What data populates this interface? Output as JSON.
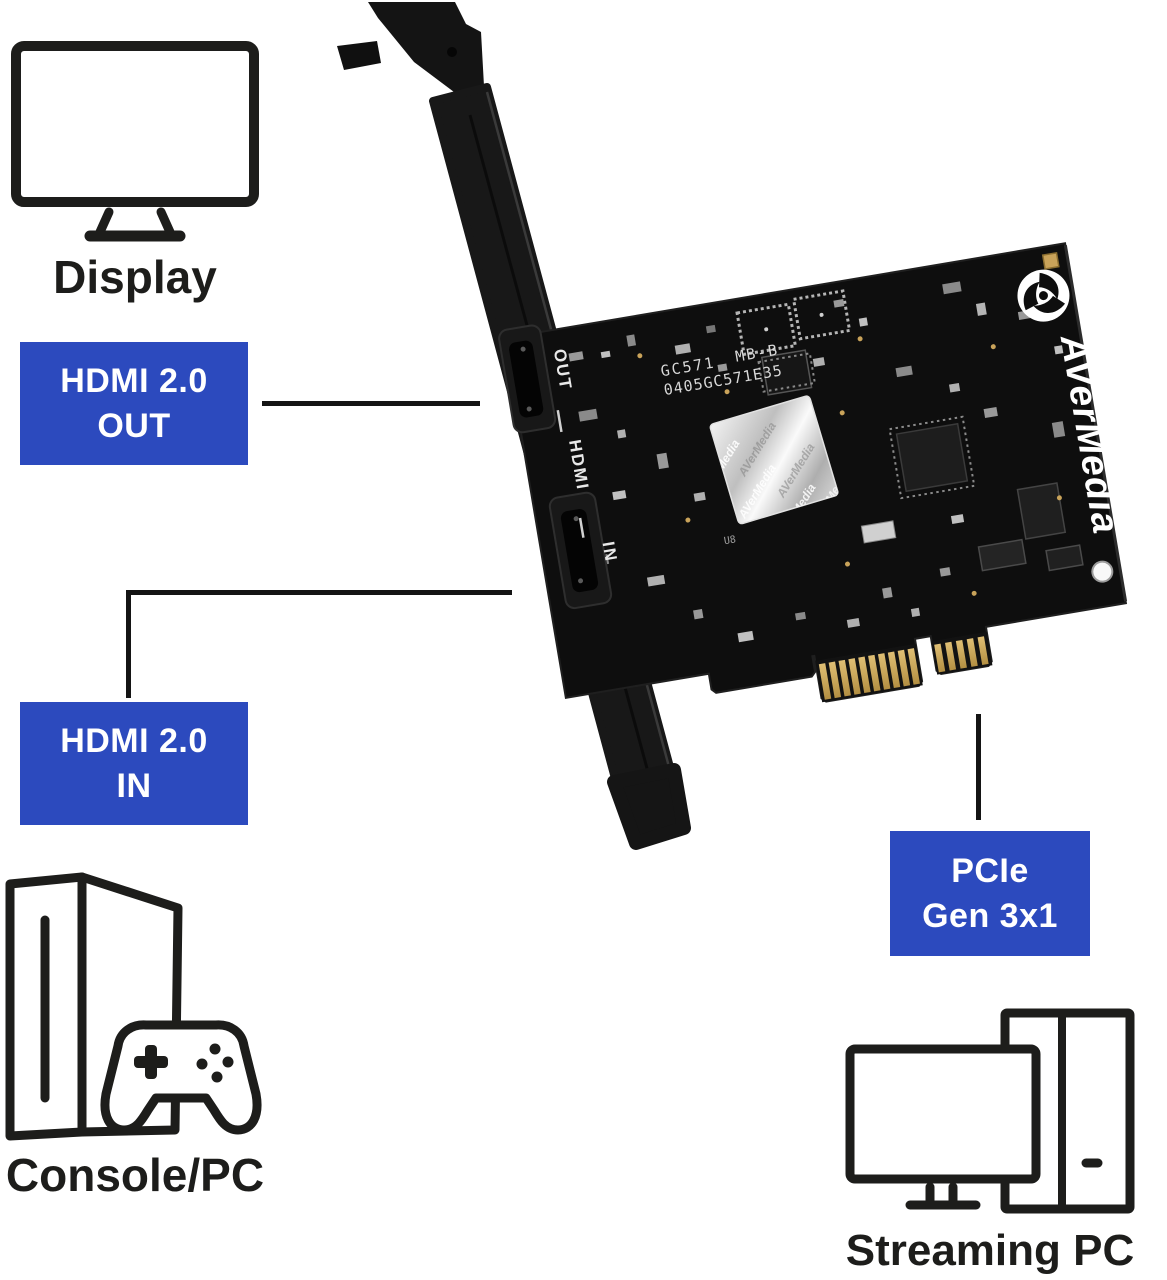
{
  "colors": {
    "accent_blue": "#2C4ABE",
    "ink": "#1D1D1B",
    "pcb_black": "#0E0E0E",
    "gold": "#C8A558"
  },
  "callouts": {
    "display": {
      "label": "Display"
    },
    "hdmi_out": {
      "line1": "HDMI 2.0",
      "line2": "OUT"
    },
    "hdmi_in": {
      "line1": "HDMI 2.0",
      "line2": "IN"
    },
    "console": {
      "label": "Console/PC"
    },
    "pcie": {
      "line1": "PCIe",
      "line2": "Gen 3x1"
    },
    "streaming": {
      "label": "Streaming PC"
    }
  },
  "card": {
    "brand": "AVerMedia",
    "silkscreen_model": "GC571",
    "silkscreen_rev": "MB-B",
    "silkscreen_serial": "0405GC571E35",
    "port_out": "OUT",
    "port_hdmi": "HDMI",
    "port_in": "IN",
    "chip_ref": "U8"
  }
}
